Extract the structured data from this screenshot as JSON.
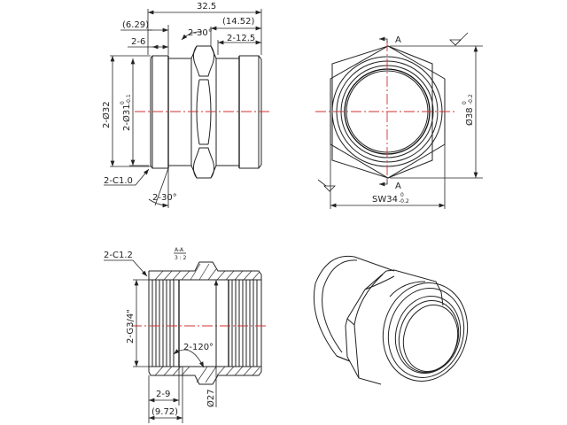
{
  "drawing": {
    "title": "Hex nipple / double female threaded fitting technical drawing",
    "center_line_color": "#d03030",
    "line_color": "#222222",
    "front_view": {
      "dims": {
        "overall_length": "32.5",
        "ref_left": "(6.29)",
        "ref_right": "(14.52)",
        "left_step": "2-6",
        "right_step": "2-12.5",
        "hex_angle": "2-30°",
        "outer_dia": "2-Ø32",
        "groove_dia": "2-Ø31",
        "groove_tol_upper": "0",
        "groove_tol_lower": "-0.1",
        "chamfer": "2-C1.0",
        "bottom_angle": "2-30°"
      }
    },
    "end_view": {
      "section_mark_top": "A",
      "section_mark_bottom": "A",
      "hex_across_flats": "SW34",
      "hex_tol_upper": "0",
      "hex_tol_lower": "-0.2",
      "corner_dia": "Ø38",
      "corner_tol_upper": "0",
      "corner_tol_lower": "-0.2"
    },
    "section_view": {
      "label": "A-A",
      "scale": "3 : 2",
      "dims": {
        "chamfer": "2-C1.2",
        "thread": "2-G3/4\"",
        "thread_angle": "2-120°",
        "thread_depth": "2-9",
        "ref_depth": "(9.72)",
        "bore_dia": "Ø27"
      }
    },
    "iso_view": {
      "description": "isometric 3D view"
    }
  }
}
